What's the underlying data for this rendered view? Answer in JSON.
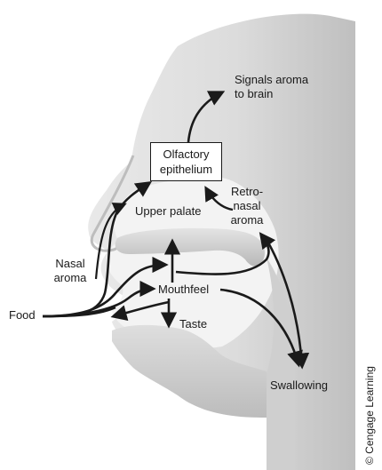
{
  "labels": {
    "signals_line1": "Signals aroma",
    "signals_line2": "to brain",
    "olfactory_line1": "Olfactory",
    "olfactory_line2": "epithelium",
    "retronasal_line1": "Retro-",
    "retronasal_line2": "nasal",
    "retronasal_line3": "aroma",
    "upper_palate": "Upper palate",
    "nasal_line1": "Nasal",
    "nasal_line2": "aroma",
    "mouthfeel": "Mouthfeel",
    "food": "Food",
    "taste": "Taste",
    "swallowing": "Swallowing"
  },
  "credit": "© Cengage Learning",
  "colors": {
    "head_fill": "#d9d9d9",
    "head_shadow": "#bdbdbd",
    "cavity_fill": "#f3f3f3",
    "arrow": "#1a1a1a"
  }
}
